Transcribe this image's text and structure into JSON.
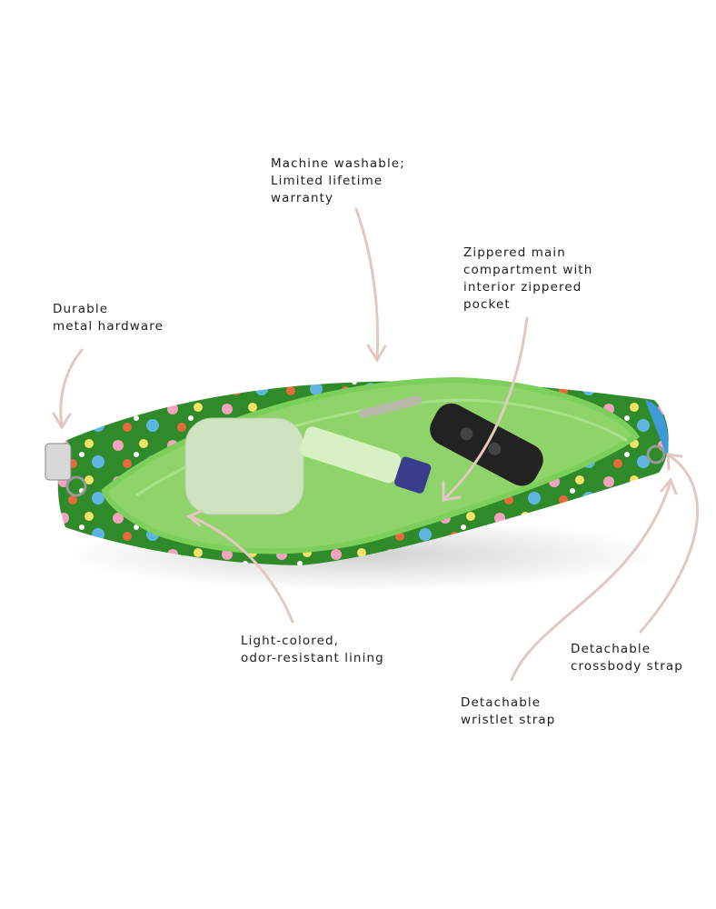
{
  "callouts": {
    "washable": [
      "Machine washable;",
      "Limited lifetime",
      "warranty"
    ],
    "zippered": [
      "Zippered main",
      "compartment with",
      "interior zippered",
      "pocket"
    ],
    "hardware": [
      "Durable",
      "metal hardware"
    ],
    "lining": [
      "Light-colored,",
      "odor-resistant lining"
    ],
    "crossbody": [
      "Detachable",
      "crossbody strap"
    ],
    "wristlet": [
      "Detachable",
      "wristlet strap"
    ]
  },
  "colors": {
    "arrow": "#e3c8c2",
    "lining": "#8fd46a",
    "zipper": "#7ccf5a",
    "pattern": "#2f8a2a"
  }
}
